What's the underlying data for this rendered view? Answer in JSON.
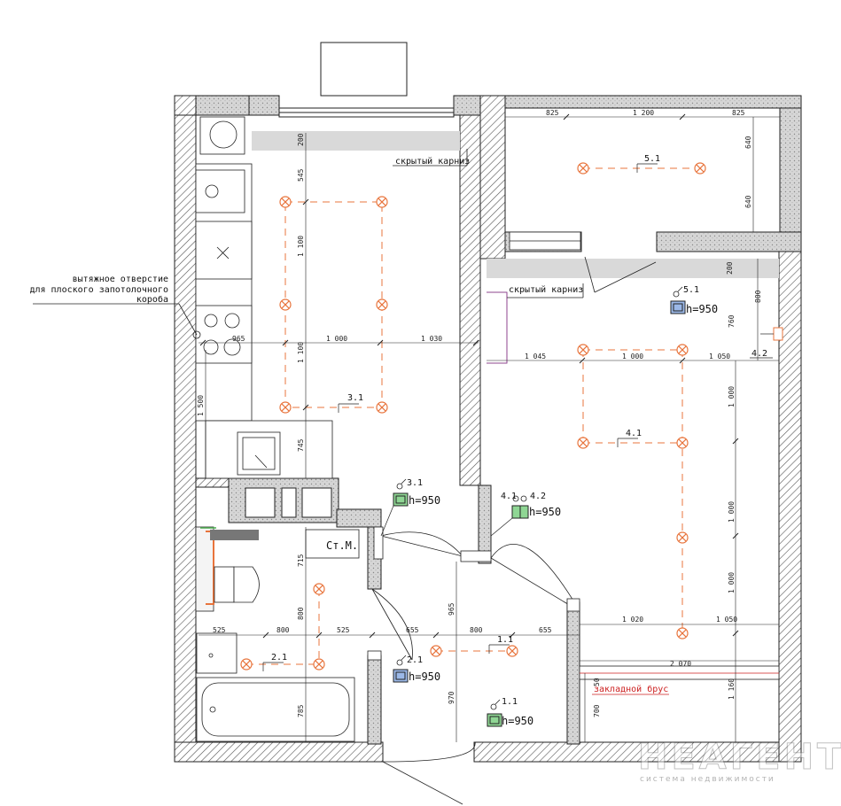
{
  "labels": {
    "cornice_left": "скрытый карниз",
    "cornice_right": "скрытый карниз",
    "vent_line1": "вытяжное отверстие",
    "vent_line2": "для плоского запотолочного",
    "vent_line3": "короба",
    "washer": "Ст.М.",
    "beam": "закладной брус"
  },
  "lights": [
    "3.1",
    "5.1",
    "4.1",
    "2.1",
    "1.1"
  ],
  "switches": [
    {
      "id": "5.1",
      "height": "h=950"
    },
    {
      "id": "3.1",
      "height": "h=950"
    },
    {
      "id": "4.1",
      "id2": "4.2",
      "height": "h=950"
    },
    {
      "id": "2.1",
      "height": "h=950"
    },
    {
      "id": "1.1",
      "height": "h=950"
    }
  ],
  "wall_lamp": "4.2",
  "dims": {
    "balcony_825a": "825",
    "balcony_1200": "1 200",
    "balcony_825b": "825",
    "balcony_640a": "640",
    "balcony_640b": "640",
    "k_200": "200",
    "k_545": "545",
    "k_1100a": "1 100",
    "k_1100b": "1 100",
    "k_1500": "1 500",
    "k_745": "745",
    "k_965": "965",
    "k_1000": "1 000",
    "k_1030": "1 030",
    "r_200": "200",
    "r_800": "800",
    "r_760": "760",
    "r_1045": "1 045",
    "r_1000": "1 000",
    "r_1050": "1 050",
    "r_v1000a": "1 000",
    "r_v1000b": "1 000",
    "r_v1000c": "1 000",
    "r_1020": "1 020",
    "r_1050b": "1 050",
    "r_2070": "2 070",
    "r_50": "50",
    "r_700": "700",
    "r_1160": "1 160",
    "b_715": "715",
    "b_800v": "800",
    "b_785": "785",
    "b_525a": "525",
    "b_800": "800",
    "b_525b": "525",
    "h_965": "965",
    "h_655a": "655",
    "h_800": "800",
    "h_655b": "655",
    "h_970": "970"
  },
  "watermark": {
    "brand": "НЕАГЕНТ",
    "tagline": "система недвижимости"
  },
  "colors": {
    "wall": "#c8c8c8",
    "outline": "#222222",
    "lamp": "#e8743c",
    "switch_fill": "#8fd694",
    "switch_blue": "#9bb8e8",
    "red": "#cc1f1f"
  }
}
